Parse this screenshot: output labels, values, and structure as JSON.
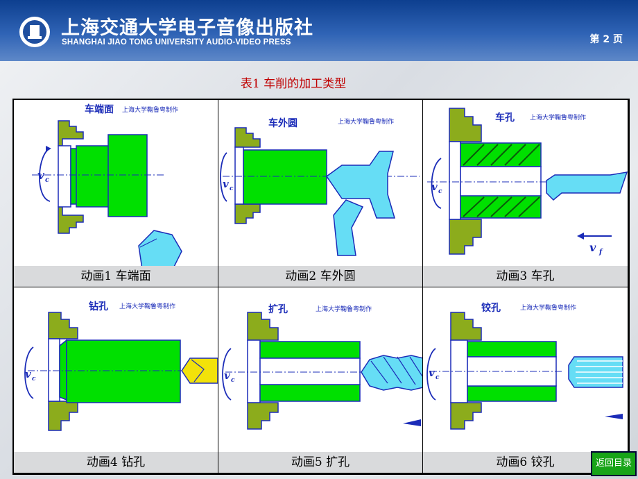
{
  "header": {
    "title_cn": "上海交通大学电子音像出版社",
    "title_en": "SHANGHAI JIAO TONG UNIVERSITY AUDIO-VIDEO PRESS",
    "page": "第 2 页"
  },
  "table_title": "表1  车削的加工类型",
  "cells": [
    {
      "label": "车端面",
      "credit": "上海大学鞠鲁粤制作",
      "velocity": "v",
      "velocity_sub": "c",
      "caption": "动画1 车端面"
    },
    {
      "label": "车外圆",
      "credit": "上海大学鞠鲁粤制作",
      "velocity": "v",
      "velocity_sub": "c",
      "caption": "动画2  车外圆"
    },
    {
      "label": "车孔",
      "credit": "上海大学鞠鲁粤制作",
      "velocity": "v",
      "velocity_sub": "c",
      "feed": "v",
      "feed_sub": "f",
      "caption": "动画3 车孔"
    },
    {
      "label": "钻孔",
      "credit": "上海大学鞠鲁粤制作",
      "velocity": "v",
      "velocity_sub": "c",
      "caption": "动画4  钻孔"
    },
    {
      "label": "扩孔",
      "credit": "上海大学鞠鲁粤制作",
      "velocity": "v",
      "velocity_sub": "c",
      "caption": "动画5  扩孔"
    },
    {
      "label": "铰孔",
      "credit": "上海大学鞠鲁粤制作",
      "velocity": "v",
      "velocity_sub": "c",
      "caption": "动画6  铰孔"
    }
  ],
  "back_button": "返回目录",
  "colors": {
    "header": "#1f4f9f",
    "title": "#c00000",
    "workpiece": "#00e000",
    "chuck": "#8cac1c",
    "tool": "#66ddf5",
    "drill": "#f2e20a",
    "ink": "#1b2cb8",
    "button": "#18a418"
  }
}
